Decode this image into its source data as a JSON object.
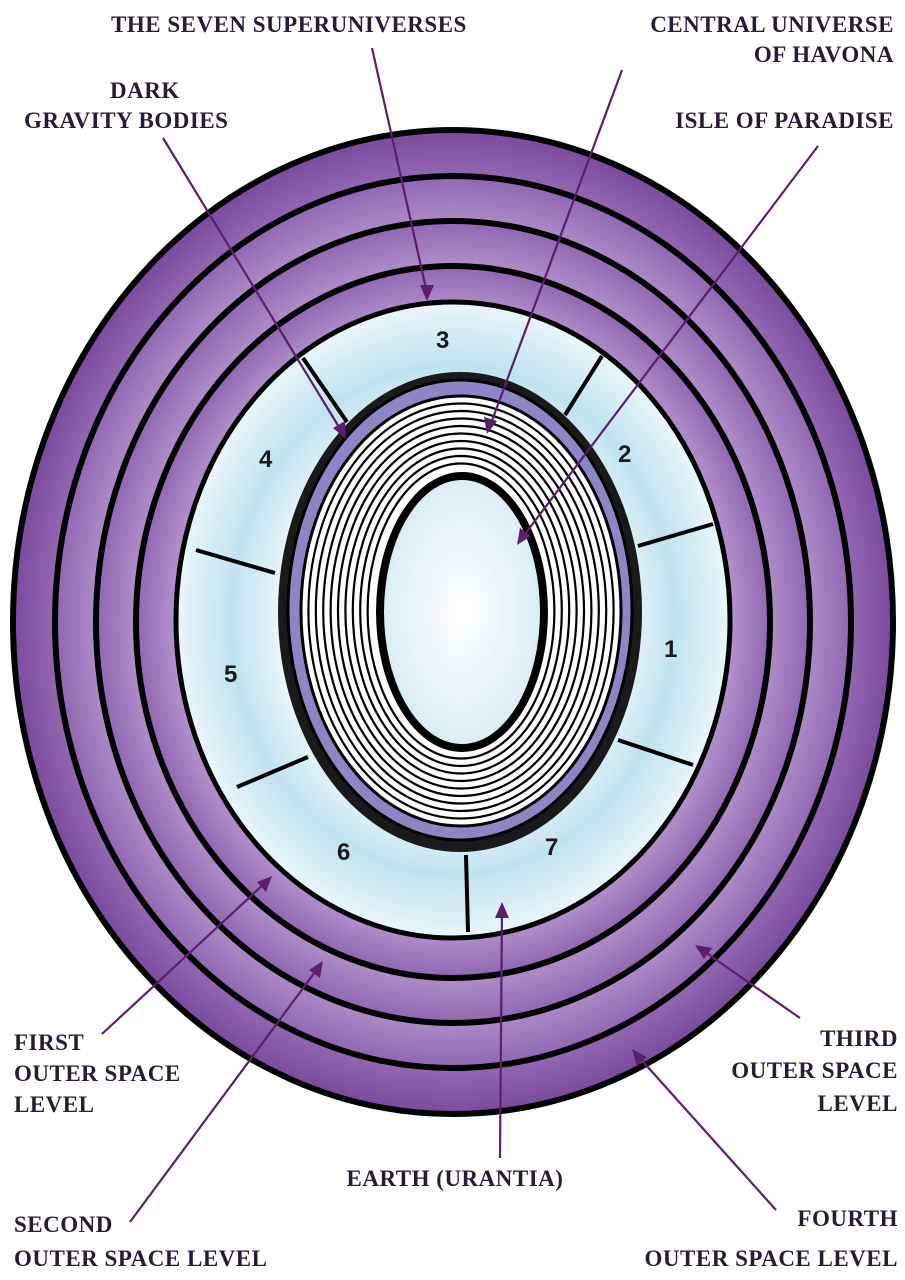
{
  "labels": {
    "seven_superuniverses": "THE SEVEN SUPERUNIVERSES",
    "central_universe_1": "CENTRAL UNIVERSE",
    "central_universe_2": "OF HAVONA",
    "dark_gravity_1": "DARK",
    "dark_gravity_2": "GRAVITY BODIES",
    "isle_of_paradise": "ISLE OF PARADISE",
    "first_level_1": "FIRST",
    "first_level_2": "OUTER SPACE",
    "first_level_3": "LEVEL",
    "third_level_1": "THIRD",
    "third_level_2": "OUTER SPACE",
    "third_level_3": "LEVEL",
    "earth": "EARTH (URANTIA)",
    "second_level_1": "SECOND",
    "second_level_2": "OUTER SPACE LEVEL",
    "fourth_level_1": "FOURTH",
    "fourth_level_2": "OUTER SPACE LEVEL"
  },
  "superuniverse_numbers": [
    "1",
    "2",
    "3",
    "4",
    "5",
    "6",
    "7"
  ],
  "colors": {
    "outer_space_dark": "#7a4a9e",
    "outer_space_light": "#c6a6d8",
    "ring_separator": "#000000",
    "superuniverse_fill": "#e6f3f8",
    "gravity_band": "#8c85c6",
    "havona_stripes": "#ffffff",
    "paradise": "#f2f8fb",
    "arrow": "#5b1f6e"
  }
}
